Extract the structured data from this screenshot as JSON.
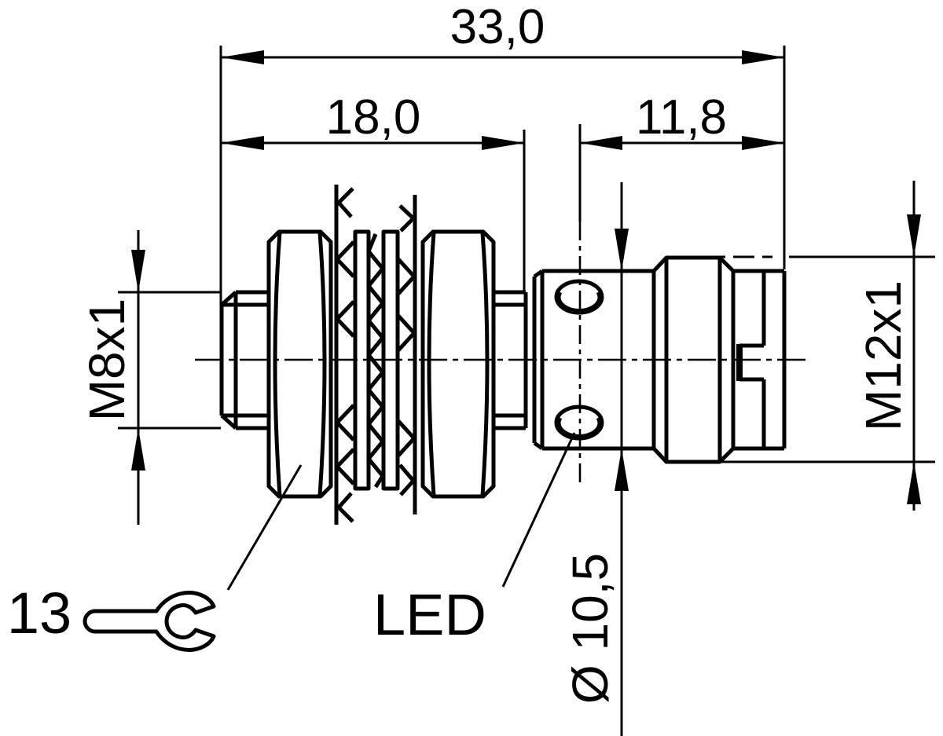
{
  "drawing": {
    "dimensions": {
      "overall_length": "33,0",
      "thread_length": "18,0",
      "connector_length": "11,8",
      "sensor_thread_spec": "M8x1",
      "connector_thread_spec": "M12x1",
      "housing_diameter": "Ø 10,5"
    },
    "labels": {
      "led": "LED",
      "wrench_size": "13"
    },
    "icons": {
      "wrench": "open-end-wrench-icon"
    },
    "colors": {
      "line": "#000000",
      "background": "#ffffff"
    }
  }
}
